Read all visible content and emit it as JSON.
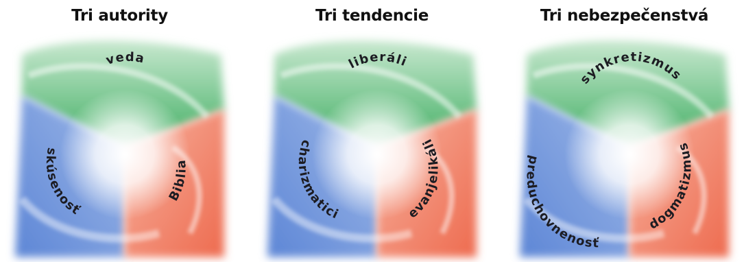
{
  "colors": {
    "green": "#3fae62",
    "blue": "#5d86d6",
    "red": "#ee6b4f",
    "text": "#1c1c22"
  },
  "panels": [
    {
      "title": "Tri autority",
      "labels": {
        "top": "veda",
        "left": "skúsenosť",
        "right": "Biblia"
      }
    },
    {
      "title": "Tri tendencie",
      "labels": {
        "top": "liberáli",
        "left": "charizmatici",
        "right": "evanjelikáli"
      }
    },
    {
      "title": "Tri nebezpečenstvá",
      "labels": {
        "top": "synkretizmus",
        "left": "preduchovnenosť",
        "right": "dogmatizmus"
      }
    }
  ]
}
